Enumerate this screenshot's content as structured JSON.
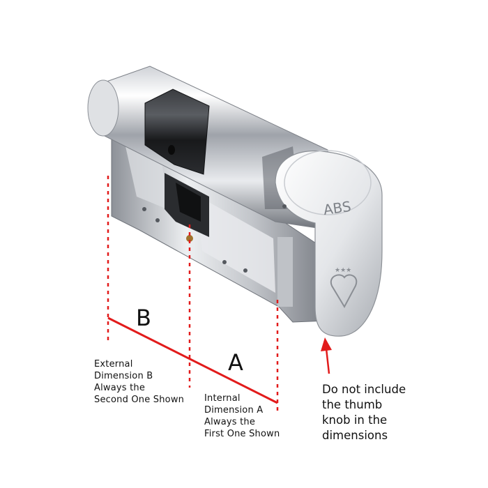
{
  "brand": "ABS",
  "labels": {
    "b": "B",
    "a": "A",
    "external": [
      "External",
      "Dimension B",
      "Always the",
      "Second One Shown"
    ],
    "internal": [
      "Internal",
      "Dimension A",
      "Always the",
      "First One Shown"
    ],
    "note": [
      "Do not include",
      "the thumb",
      "knob in the",
      "dimensions"
    ]
  },
  "colors": {
    "annotation": "#e21b1b",
    "text": "#111111",
    "chrome_light": "#f4f4f6",
    "chrome_mid": "#b9bcc2",
    "chrome_dark": "#5d6168",
    "black_ring": "#1e1f22"
  }
}
